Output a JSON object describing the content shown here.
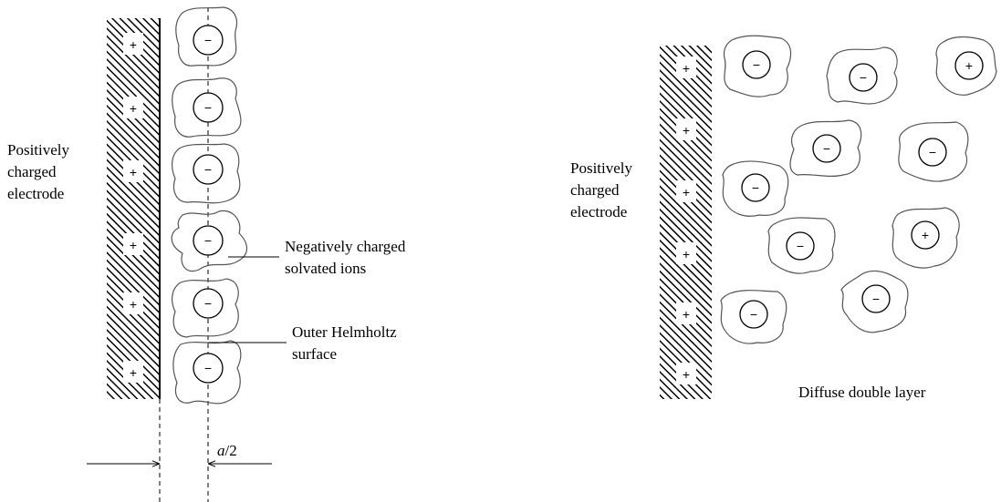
{
  "left_panel": {
    "electrode_label": [
      "Positively",
      "charged",
      "electrode"
    ],
    "ions_label": [
      "Negatively charged",
      "solvated ions"
    ],
    "surface_label": [
      "Outer Helmholtz",
      "surface"
    ],
    "distance_label": {
      "italic": "a",
      "rest": "/2"
    },
    "electrode_charges": [
      "+",
      "+",
      "+",
      "+",
      "+",
      "+"
    ],
    "ion_charges": [
      "−",
      "−",
      "−",
      "−",
      "−",
      "−"
    ]
  },
  "right_panel": {
    "electrode_label": [
      "Positively",
      "charged",
      "electrode"
    ],
    "layer_label": "Diffuse double layer",
    "electrode_charges": [
      "+",
      "+",
      "+",
      "+",
      "+",
      "+"
    ],
    "ion_charges": [
      "−",
      "−",
      "+",
      "−",
      "−",
      "−",
      "−",
      "+",
      "−",
      "−"
    ]
  },
  "colors": {
    "stroke": "#000000",
    "ion_outline": "#555555",
    "background": "#ffffff"
  }
}
